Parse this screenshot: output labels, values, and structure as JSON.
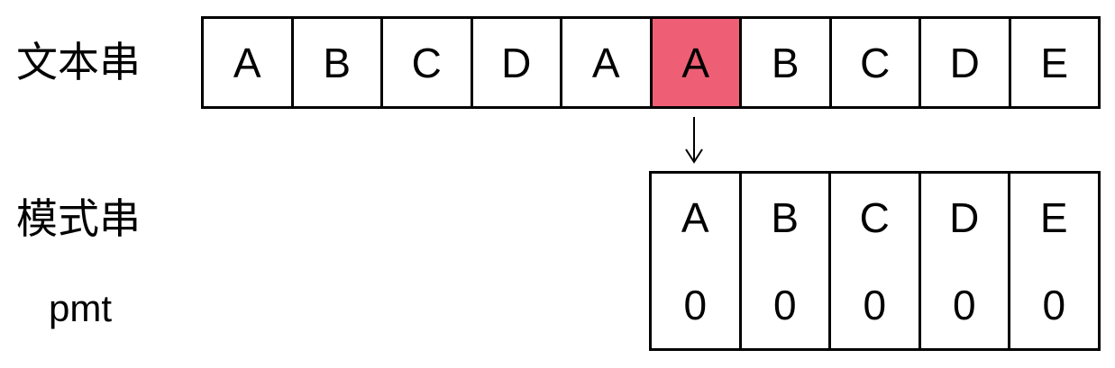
{
  "labels": {
    "text": "文本串",
    "pattern": "模式串",
    "pmt": "pmt"
  },
  "text_string": [
    "A",
    "B",
    "C",
    "D",
    "A",
    "A",
    "B",
    "C",
    "D",
    "E"
  ],
  "highlight_index": 5,
  "highlight_color": "#ee5f75",
  "pattern_string": [
    "A",
    "B",
    "C",
    "D",
    "E"
  ],
  "pmt_values": [
    "0",
    "0",
    "0",
    "0",
    "0"
  ],
  "pointer_icon": "arrow-down-icon"
}
